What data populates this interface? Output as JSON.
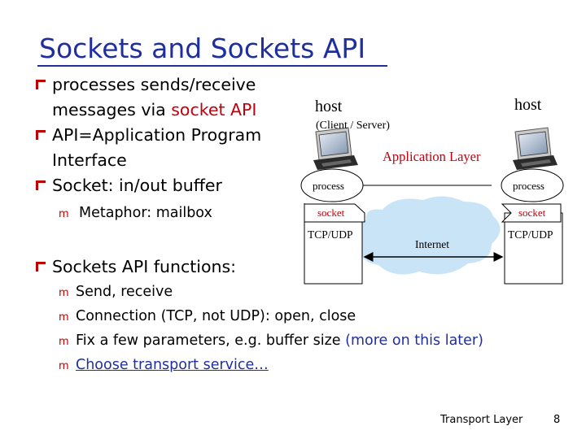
{
  "slide": {
    "title": "Sockets and Sockets API",
    "footer_left": "Transport Layer",
    "page_number": "8"
  },
  "bullets": [
    {
      "lines": [
        "processes sends/receive",
        "messages via "
      ],
      "highlight": "socket API"
    },
    {
      "lines": [
        "API=Application Program",
        "Interface"
      ]
    },
    {
      "lines": [
        "Socket: in/out buffer"
      ]
    }
  ],
  "sub_bullet_1": "Metaphor: mailbox",
  "functions": {
    "heading": "Sockets API functions:",
    "items": [
      "Send, receive",
      "Connection (TCP, not UDP): open, close",
      "Fix a few parameters, e.g. buffer size ",
      "Choose transport service…"
    ],
    "item3_note": "(more on this later)"
  },
  "diagram": {
    "host_left": "host",
    "host_right": "host",
    "client_server": "(Client / Server)",
    "application_layer": "Application Layer",
    "process_left": "process",
    "process_right": "process",
    "socket_left": "socket",
    "socket_right": "socket",
    "tcp_udp_left": "TCP/UDP",
    "tcp_udp_right": "TCP/UDP",
    "internet": "Internet"
  },
  "colors": {
    "title": "#1f2f9e",
    "highlight_red": "#c0000c",
    "internet_cloud": "#c9e4f7",
    "bullet": "#c00000"
  }
}
